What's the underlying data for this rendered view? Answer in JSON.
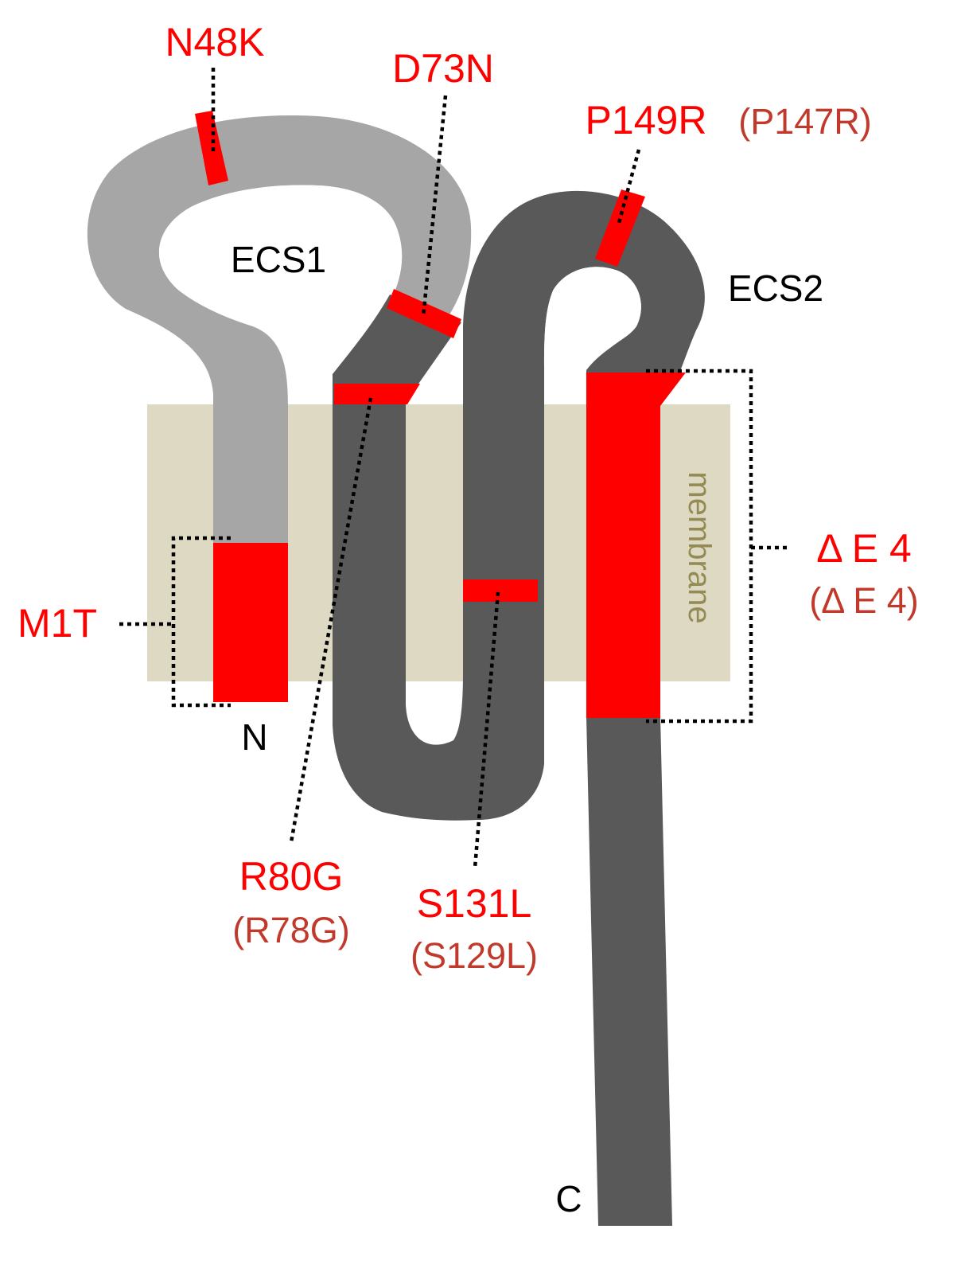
{
  "colors": {
    "ecs1_segment": "#a6a6a6",
    "ecs2_segment": "#595959",
    "mutation": "#ff0000",
    "mutation_alt_label": "#c0392b",
    "membrane": "#ddd9c3",
    "membrane_label": "#948a54",
    "text": "#000000"
  },
  "membrane": {
    "label": "membrane"
  },
  "regions": [
    {
      "id": "ecs1",
      "label": "ECS1"
    },
    {
      "id": "ecs2",
      "label": "ECS2"
    }
  ],
  "termini": {
    "n": "N",
    "c": "C"
  },
  "mutations": [
    {
      "id": "n48k",
      "label": "N48K",
      "alt": ""
    },
    {
      "id": "d73n",
      "label": "D73N",
      "alt": ""
    },
    {
      "id": "p149r",
      "label": "P149R",
      "alt": "(P147R)"
    },
    {
      "id": "m1t",
      "label": "M1T",
      "alt": ""
    },
    {
      "id": "de4",
      "label": "Δ E 4",
      "alt": "(Δ E 4)"
    },
    {
      "id": "r80g",
      "label": "R80G",
      "alt": "(R78G)"
    },
    {
      "id": "s131l",
      "label": "S131L",
      "alt": "(S129L)"
    }
  ]
}
